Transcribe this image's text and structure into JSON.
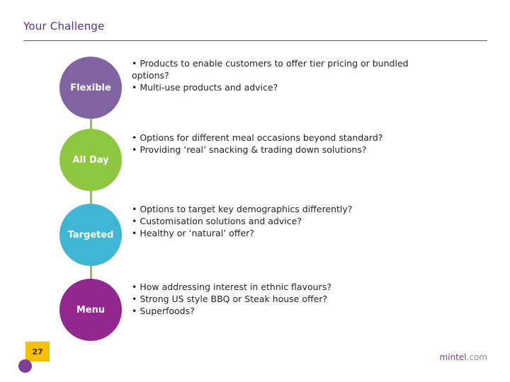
{
  "slide": {
    "title": "Your Challenge",
    "page_number": "27",
    "footer_brand": "mintel",
    "footer_brand_suffix": ".com",
    "accent_colors": {
      "title_purple": "#5b2d8e",
      "rule_purple": "#7f3f98",
      "connector_green": "#8dc63f",
      "badge_yellow": "#f6c000"
    },
    "rows": [
      {
        "label": "Flexible",
        "circle_color": "#8064a2",
        "bullets": [
          "• Products to enable customers to offer tier pricing or bundled options?",
          "• Multi-use products and advice?"
        ]
      },
      {
        "label": "All Day",
        "circle_color": "#8dc63f",
        "bullets": [
          "• Options for different meal occasions beyond standard?",
          "• Providing ‘real’ snacking & trading down solutions?"
        ]
      },
      {
        "label": "Targeted",
        "circle_color": "#3fb6d3",
        "bullets": [
          "• Options to target key demographics differently?",
          "• Customisation solutions and advice?",
          "• Healthy or ‘natural’ offer?"
        ]
      },
      {
        "label": "Menu",
        "circle_color": "#92278f",
        "bullets": [
          "• How addressing interest in ethnic flavours?",
          "• Strong US style BBQ or Steak house offer?",
          "• Superfoods?"
        ]
      }
    ]
  }
}
